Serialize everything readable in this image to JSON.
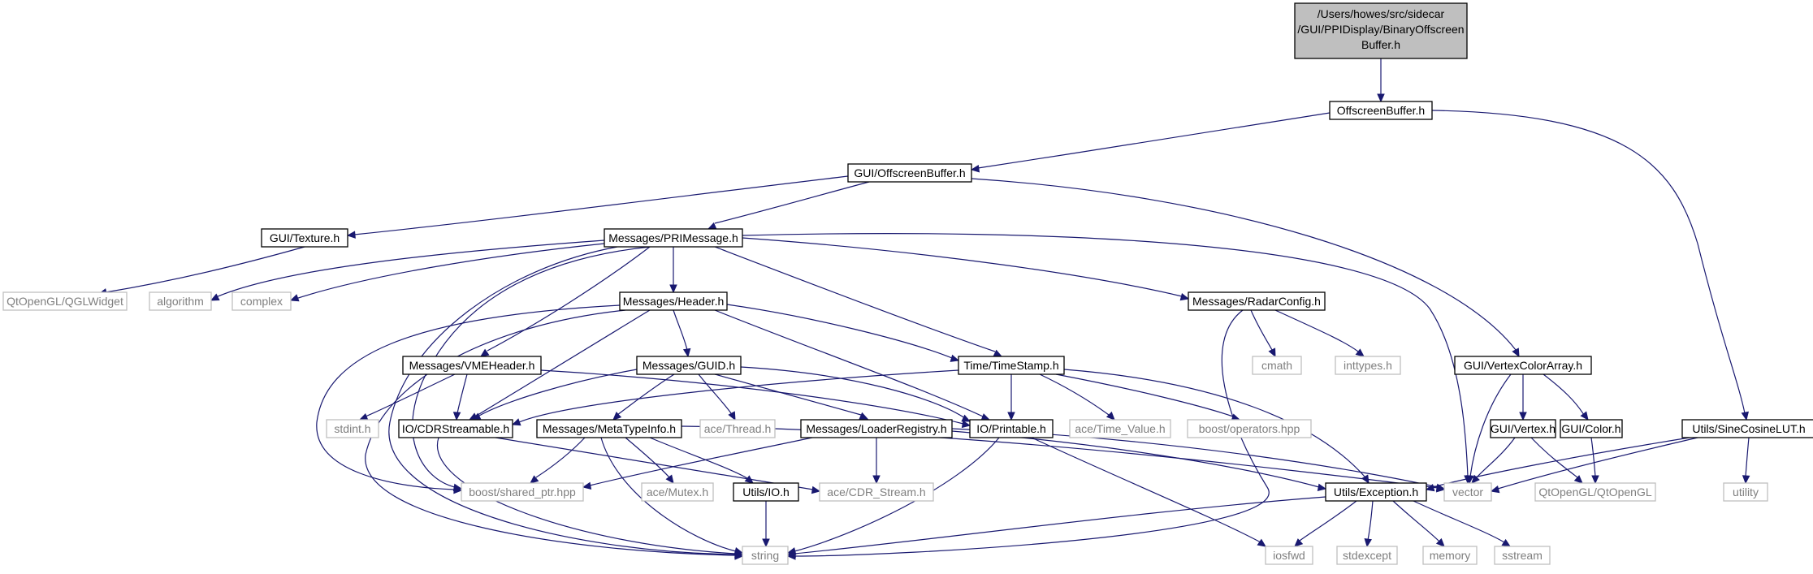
{
  "diagram": {
    "root": {
      "line1": "/Users/howes/src/sidecar",
      "line2": "/GUI/PPIDisplay/BinaryOffscreen",
      "line3": "Buffer.h"
    },
    "labels": {
      "offscreen_buffer": "OffscreenBuffer.h",
      "gui_offscreen_buffer": "GUI/OffscreenBuffer.h",
      "gui_texture": "GUI/Texture.h",
      "messages_prim": "Messages/PRIMessage.h",
      "qglwidget": "QtOpenGL/QGLWidget",
      "algorithm": "algorithm",
      "complex": "complex",
      "messages_header": "Messages/Header.h",
      "messages_radarconfig": "Messages/RadarConfig.h",
      "messages_vmeheader": "Messages/VMEHeader.h",
      "messages_guid": "Messages/GUID.h",
      "time_timestamp": "Time/TimeStamp.h",
      "cmath": "cmath",
      "inttypes": "inttypes.h",
      "gui_vertexcolorarray": "GUI/VertexColorArray.h",
      "stdint": "stdint.h",
      "io_cdrstreamable": "IO/CDRStreamable.h",
      "messages_metatypeinfo": "Messages/MetaTypeInfo.h",
      "ace_thread": "ace/Thread.h",
      "messages_loaderregistry": "Messages/LoaderRegistry.h",
      "io_printable": "IO/Printable.h",
      "ace_time_value": "ace/Time_Value.h",
      "boost_operators": "boost/operators.hpp",
      "gui_vertex": "GUI/Vertex.h",
      "gui_color": "GUI/Color.h",
      "utils_sinecosinelut": "Utils/SineCosineLUT.h",
      "boost_shared_ptr": "boost/shared_ptr.hpp",
      "ace_mutex": "ace/Mutex.h",
      "utils_io": "Utils/IO.h",
      "ace_cdr_stream": "ace/CDR_Stream.h",
      "utils_exception": "Utils/Exception.h",
      "vector": "vector",
      "qtopengl": "QtOpenGL/QtOpenGL",
      "utility": "utility",
      "string": "string",
      "iosfwd": "iosfwd",
      "stdexcept": "stdexcept",
      "memory": "memory",
      "sstream": "sstream"
    }
  }
}
